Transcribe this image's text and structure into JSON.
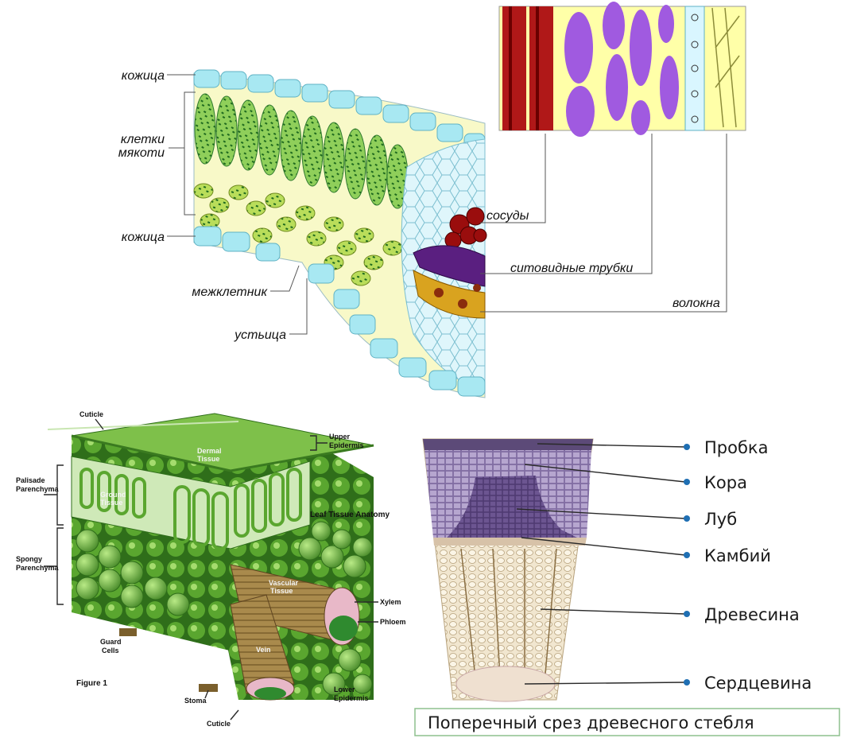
{
  "leaf_section": {
    "labels": {
      "epidermis_top": "кожица",
      "mesophyll": "клетки мякоти",
      "mesophyll_line1": "клетки",
      "mesophyll_line2": "мякоти",
      "epidermis_bottom": "кожица",
      "intercellular": "межклетник",
      "stomata": "устьица",
      "vessels": "сосуды",
      "sieve_tubes": "ситовидные трубки",
      "fibers": "волокна"
    }
  },
  "leaf_3d": {
    "title": "Leaf Tissue Anatomy",
    "figure": "Figure 1",
    "labels": {
      "cuticle_top": "Cuticle",
      "upper_epidermis_1": "Upper",
      "upper_epidermis_2": "Epidermis",
      "dermal_1": "Dermal",
      "dermal_2": "Tissue",
      "palisade_1": "Palisade",
      "palisade_2": "Parenchyma",
      "ground_1": "Ground",
      "ground_2": "Tissue",
      "spongy_1": "Spongy",
      "spongy_2": "Parenchyma",
      "vascular_1": "Vascular",
      "vascular_2": "Tissue",
      "xylem": "Xylem",
      "phloem": "Phloem",
      "vein": "Vein",
      "guard_1": "Guard",
      "guard_2": "Cells",
      "stoma": "Stoma",
      "lower_1": "Lower",
      "lower_2": "Epidermis",
      "cuticle_bottom": "Cuticle"
    }
  },
  "stem_section": {
    "labels": [
      "Пробка",
      "Кора",
      "Луб",
      "Камбий",
      "Древесина",
      "Сердцевина"
    ],
    "caption": "Поперечный срез древесного стебля",
    "colors": {
      "bullet": "#1f6fb3",
      "caption_border": "#8dc08d"
    }
  }
}
